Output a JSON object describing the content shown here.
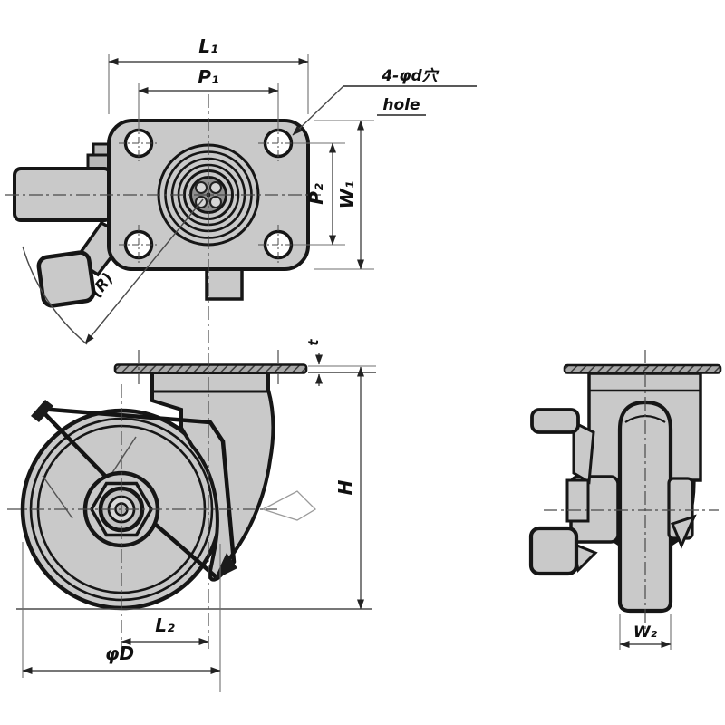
{
  "diagram": {
    "subject": "swivel plate caster with brake - three view technical drawing",
    "colors": {
      "background": "#ffffff",
      "outline": "#161616",
      "part_fill": "#c9c9c9",
      "plate_hatch_dark": "#3a3a3a",
      "dimension_line": "#4a4a4a",
      "label_text": "#101010"
    },
    "top_view": {
      "dims": {
        "overall_width": "L₁",
        "hole_pitch_width": "P₁",
        "hole_pitch_depth": "P₂",
        "overall_depth": "W₁",
        "swivel_radius": "(R)",
        "holes_callout": "4-φd穴",
        "holes_callout_en": "hole"
      }
    },
    "side_view": {
      "dims": {
        "plate_thickness": "t",
        "overall_height": "H",
        "swivel_offset": "L₂",
        "wheel_diameter": "φD"
      }
    },
    "front_view": {
      "dims": {
        "wheel_width": "W₂"
      }
    }
  }
}
